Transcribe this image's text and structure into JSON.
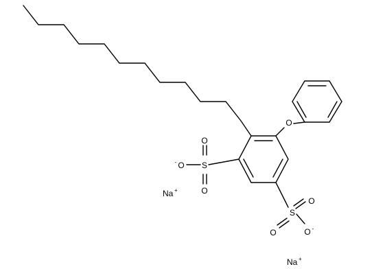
{
  "molecule": {
    "atoms": {
      "oxygen": "O",
      "sulfur": "S",
      "sodium": "Na",
      "plus": "+",
      "minus": "-"
    }
  }
}
